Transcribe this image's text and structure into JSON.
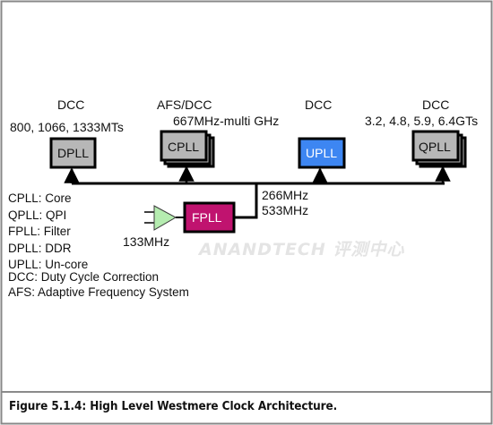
{
  "blocks": {
    "dpll": {
      "name": "DPLL",
      "top_label": "DCC",
      "sub_label": "800, 1066, 1333MTs"
    },
    "cpll": {
      "name": "CPLL",
      "top_label": "AFS/DCC",
      "sub_label": "667MHz-multi GHz"
    },
    "upll": {
      "name": "UPLL",
      "top_label": "DCC"
    },
    "qpll": {
      "name": "QPLL",
      "top_label": "DCC",
      "sub_label": "3.2, 4.8, 5.9, 6.4GTs"
    },
    "fpll": {
      "name": "FPLL"
    }
  },
  "bus_freqs": [
    "266MHz",
    "533MHz"
  ],
  "input_freq": "133MHz",
  "legend": [
    "CPLL: Core",
    "QPLL: QPI",
    "FPLL: Filter",
    "DPLL: DDR",
    "UPLL: Un-core",
    "DCC: Duty Cycle Correction",
    "AFS: Adaptive Frequency System"
  ],
  "caption": "Figure 5.1.4: High Level Westmere Clock Architecture.",
  "watermark": "ANANDTECH 评测中心",
  "colors": {
    "box_gray": "#b7b7b7",
    "upll_blue": "#3d86f2",
    "fpll_magenta": "#c0136f",
    "buffer_green": "#b5ecb0",
    "frame_border": "#888888",
    "separator": "#8a8a8a"
  }
}
